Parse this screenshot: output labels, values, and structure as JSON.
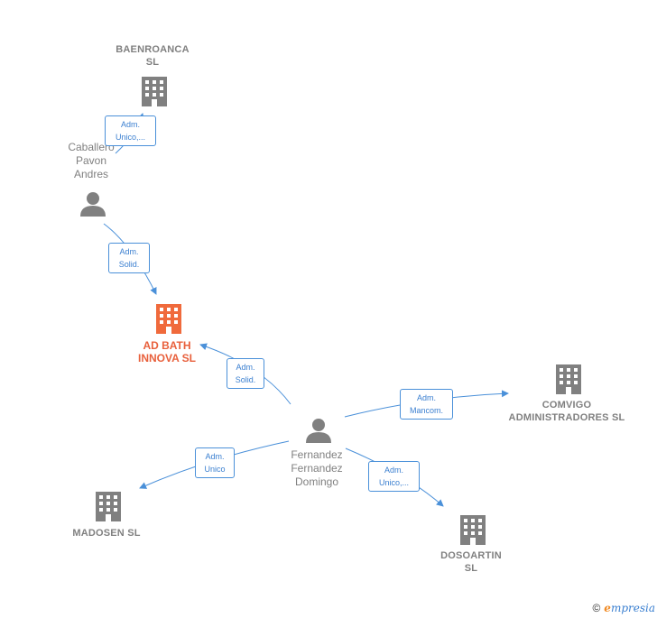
{
  "colors": {
    "edge": "#4a90d9",
    "node": "#808080",
    "focus": "#f06a3c"
  },
  "nodes": {
    "baenroanca": {
      "line1": "BAENROANCA",
      "line2": "SL",
      "icon": "building-icon"
    },
    "caballero": {
      "line1": "Caballero",
      "line2": "Pavon",
      "line3": "Andres",
      "icon": "person-icon"
    },
    "adbath": {
      "line1": "AD BATH",
      "line2": "INNOVA  SL",
      "icon": "building-icon"
    },
    "fernandez": {
      "line1": "Fernandez",
      "line2": "Fernandez",
      "line3": "Domingo",
      "icon": "person-icon"
    },
    "comvigo": {
      "line1": "COMVIGO",
      "line2": "ADMINISTRADORES SL",
      "icon": "building-icon"
    },
    "madosen": {
      "line1": "MADOSEN SL",
      "icon": "building-icon"
    },
    "dosoartin": {
      "line1": "DOSOARTIN",
      "line2": "SL",
      "icon": "building-icon"
    }
  },
  "edges": {
    "e1": {
      "line1": "Adm.",
      "line2": "Unico,..."
    },
    "e2": {
      "line1": "Adm.",
      "line2": "Solid."
    },
    "e3": {
      "line1": "Adm.",
      "line2": "Solid."
    },
    "e4": {
      "line1": "Adm.",
      "line2": "Mancom."
    },
    "e5": {
      "line1": "Adm.",
      "line2": "Unico"
    },
    "e6": {
      "line1": "Adm.",
      "line2": "Unico,..."
    }
  },
  "footer": {
    "copyright": "©",
    "brand_initial": "e",
    "brand_rest": "mpresia"
  }
}
